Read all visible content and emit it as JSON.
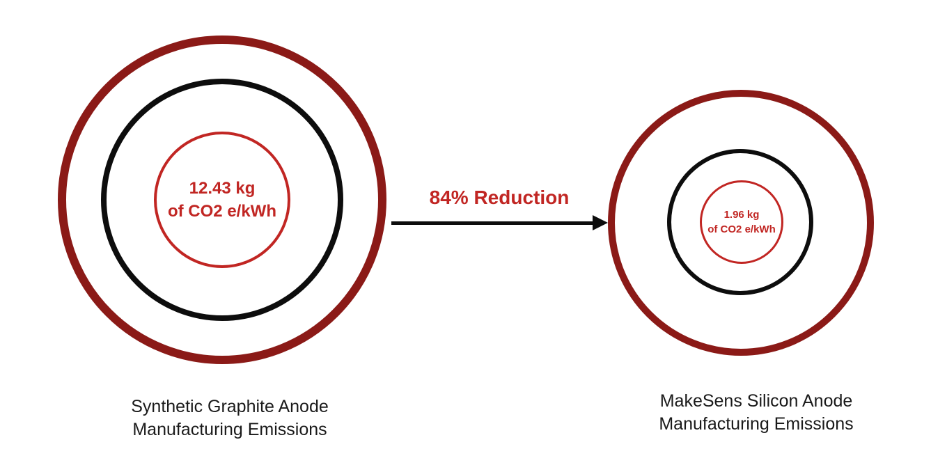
{
  "diagram": {
    "left": {
      "value_line1": "12.43 kg",
      "value_line2": "of CO2 e/kWh",
      "caption_line1": "Synthetic Graphite Anode",
      "caption_line2": "Manufacturing Emissions"
    },
    "right": {
      "value_line1": "1.96 kg",
      "value_line2": "of CO2 e/kWh",
      "caption_line1": "MakeSens Silicon Anode",
      "caption_line2": "Manufacturing Emissions"
    },
    "arrow_label": "84% Reduction"
  },
  "colors": {
    "background": "#FFFFFF",
    "outer_ring": "#8B1A17",
    "middle_ring": "#0D0D0D",
    "inner_ring": "#C12623",
    "value_text": "#C12623",
    "arrow": "#0D0D0D",
    "arrow_label": "#C12623",
    "caption_text": "#1A1A1A"
  }
}
